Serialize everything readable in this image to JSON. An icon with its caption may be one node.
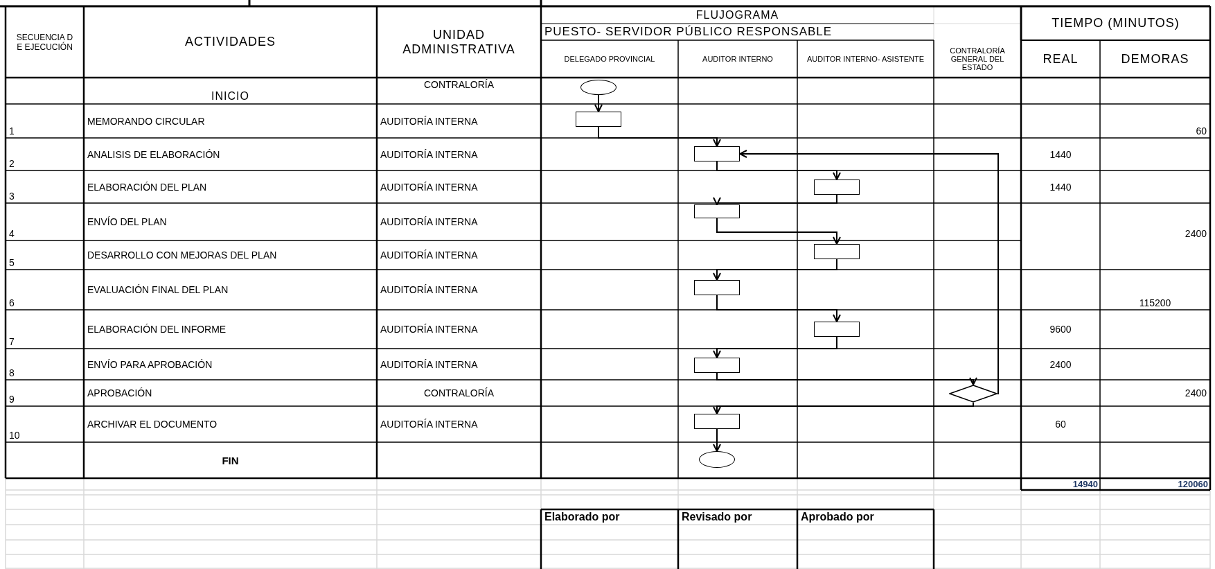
{
  "diagram": {
    "nodes": [
      {
        "text": [],
        "shape": "ellipse"
      },
      {
        "text": [],
        "shape": "box"
      },
      {
        "text": [],
        "shape": "box"
      },
      {
        "text": [],
        "shape": "box"
      },
      {
        "text": [],
        "shape": "box"
      },
      {
        "text": [],
        "shape": "box"
      },
      {
        "text": [],
        "shape": "box"
      },
      {
        "text": [],
        "shape": "box"
      },
      {
        "text": [],
        "shape": "box"
      },
      {
        "text": [],
        "shape": "diamond"
      },
      {
        "text": [],
        "shape": "box"
      },
      {
        "text": [],
        "shape": "ellipse"
      }
    ],
    "edges": [
      {
        "from": 0,
        "to": 1,
        "arrow": "to"
      },
      {
        "from": 1,
        "to": 2,
        "arrow": "to"
      },
      {
        "from": 2,
        "to": 3,
        "arrow": "to"
      },
      {
        "from": 3,
        "to": 4,
        "arrow": "to"
      },
      {
        "from": 4,
        "to": 5,
        "arrow": "to"
      },
      {
        "from": 5,
        "to": 6,
        "arrow": "to"
      },
      {
        "from": 6,
        "to": 7,
        "arrow": "to"
      },
      {
        "from": 7,
        "to": 8,
        "arrow": "to"
      },
      {
        "from": 8,
        "to": 9,
        "arrow": "to"
      },
      {
        "from": 9,
        "to": 10,
        "arrow": "to"
      },
      {
        "from": 9,
        "to": 2,
        "arrow": "to"
      },
      {
        "from": 10,
        "to": 11,
        "arrow": "to"
      }
    ],
    "labels": [
      "SECUENCIA DE EJECUCIÓN",
      "ACTIVIDADES",
      "UNIDAD ADMINISTRATIVA",
      "FLUJOGRAMA",
      "TIEMPO (MINUTOS)",
      "PUESTO- SERVIDOR PÚBLICO RESPONSABLE",
      "DELEGADO PROVINCIAL",
      "AUDITOR INTERNO",
      "AUDITOR INTERNO- ASISTENTE",
      "CONTRALORÍA GENERAL DEL ESTADO",
      "REAL",
      "DEMORAS",
      "INICIO",
      "CONTRALORÍA",
      "1",
      "MEMORANDO CIRCULAR",
      "AUDITORÍA INTERNA",
      "60",
      "2",
      "ANALISIS DE ELABORACIÓN",
      "AUDITORÍA INTERNA",
      "1440",
      "3",
      "ELABORACIÓN DEL PLAN",
      "AUDITORÍA INTERNA",
      "1440",
      "4",
      "ENVÍO DEL PLAN",
      "AUDITORÍA INTERNA",
      "2400",
      "5",
      "DESARROLLO CON MEJORAS DEL PLAN",
      "AUDITORÍA INTERNA",
      "6",
      "EVALUACIÓN FINAL DEL PLAN",
      "AUDITORÍA INTERNA",
      "115200",
      "7",
      "ELABORACIÓN DEL INFORME",
      "AUDITORÍA INTERNA",
      "9600",
      "8",
      "ENVÍO PARA APROBACIÓN",
      "AUDITORÍA INTERNA",
      "2400",
      "9",
      "APROBACIÓN",
      "CONTRALORÍA",
      "2400",
      "10",
      "ARCHIVAR EL DOCUMENTO",
      "AUDITORÍA INTERNA",
      "60",
      "FIN",
      "14940",
      "120060",
      "Elaborado por",
      "Revisado por",
      "Aprobado por"
    ]
  }
}
